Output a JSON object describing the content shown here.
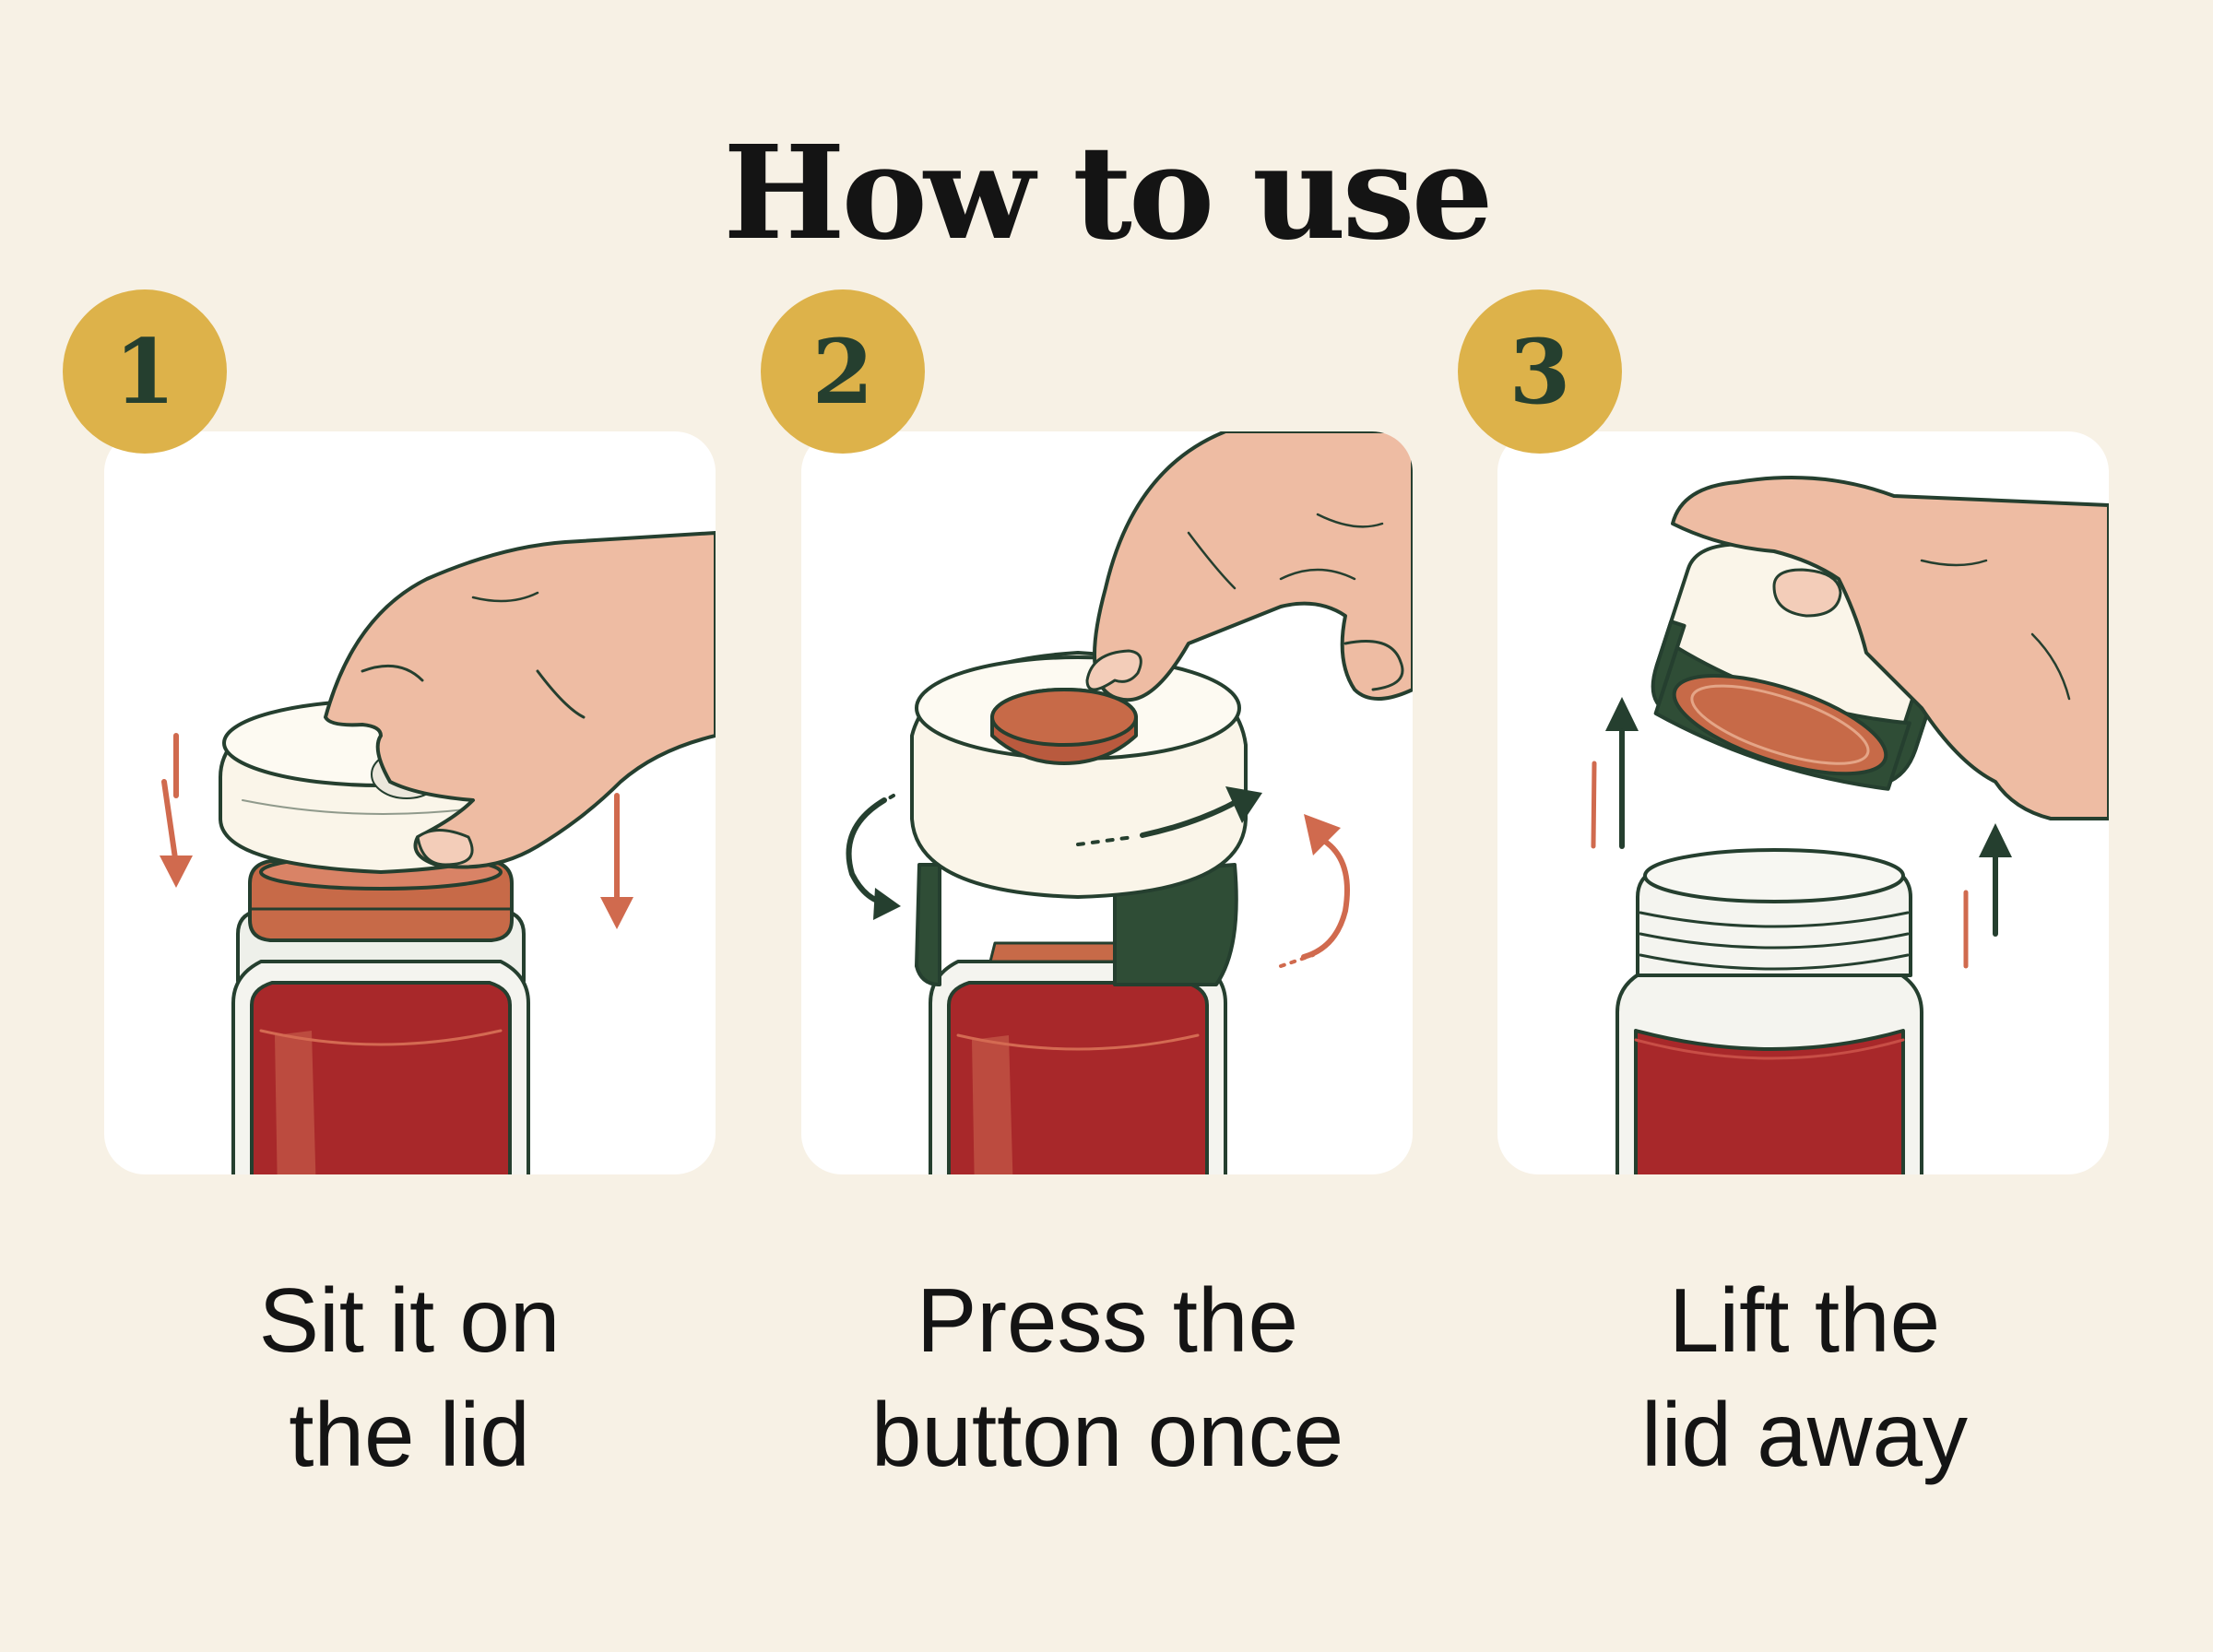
{
  "title": "How to use",
  "steps": [
    {
      "number": "1",
      "line1": "Sit it on",
      "line2": "the lid",
      "illustration": "hand-placing-opener-on-jar-icon"
    },
    {
      "number": "2",
      "line1": "Press the",
      "line2": "button once",
      "illustration": "finger-pressing-button-icon"
    },
    {
      "number": "3",
      "line1": "Lift the",
      "line2": "lid away",
      "illustration": "hand-lifting-lid-icon"
    }
  ],
  "colors": {
    "background": "#f7f1e5",
    "panel": "#ffffff",
    "badge": "#ddb24a",
    "badge_text": "#253f2f",
    "outline": "#253f2f",
    "jam": "#a8282a",
    "lid": "#c76a48",
    "skin": "#eebca3",
    "opener": "#faf5e9",
    "arrow_red": "#d06a4e",
    "arrow_green": "#253f2f"
  }
}
